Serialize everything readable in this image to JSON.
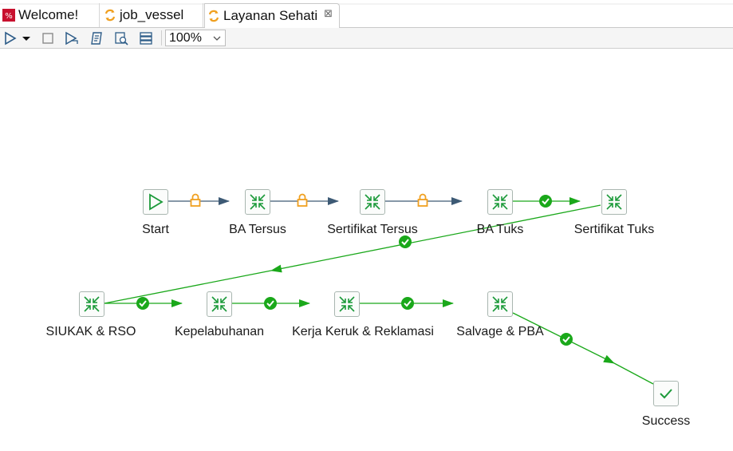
{
  "tabs": [
    {
      "label": "Welcome!",
      "icon": "welcome-icon"
    },
    {
      "label": "job_vessel",
      "icon": "job-icon"
    },
    {
      "label": "Layanan Sehati",
      "icon": "job-icon",
      "active": true
    }
  ],
  "toolbar": {
    "zoom": "100%",
    "buttons": [
      "run-icon",
      "run-dropdown-icon",
      "stop-icon",
      "debug-icon",
      "script-icon",
      "search-log-icon",
      "settings-icon"
    ]
  },
  "nodes": {
    "start": "Start",
    "ba_tersus": "BA Tersus",
    "sertifikat_tersus": "Sertifikat Tersus",
    "ba_tuks": "BA Tuks",
    "sertifikat_tuks": "Sertifikat Tuks",
    "siukak_rso": "SIUKAK & RSO",
    "kepelabuhanan": "Kepelabuhanan",
    "kerja_keruk": "Kerja Keruk & Reklamasi",
    "salvage_pba": "Salvage & PBA",
    "success": "Success"
  },
  "colors": {
    "success_green": "#1aa81a",
    "lock_orange": "#f0a020",
    "unconditional_hop": "#3d5a75",
    "node_icon_green": "#1c9a3a"
  }
}
